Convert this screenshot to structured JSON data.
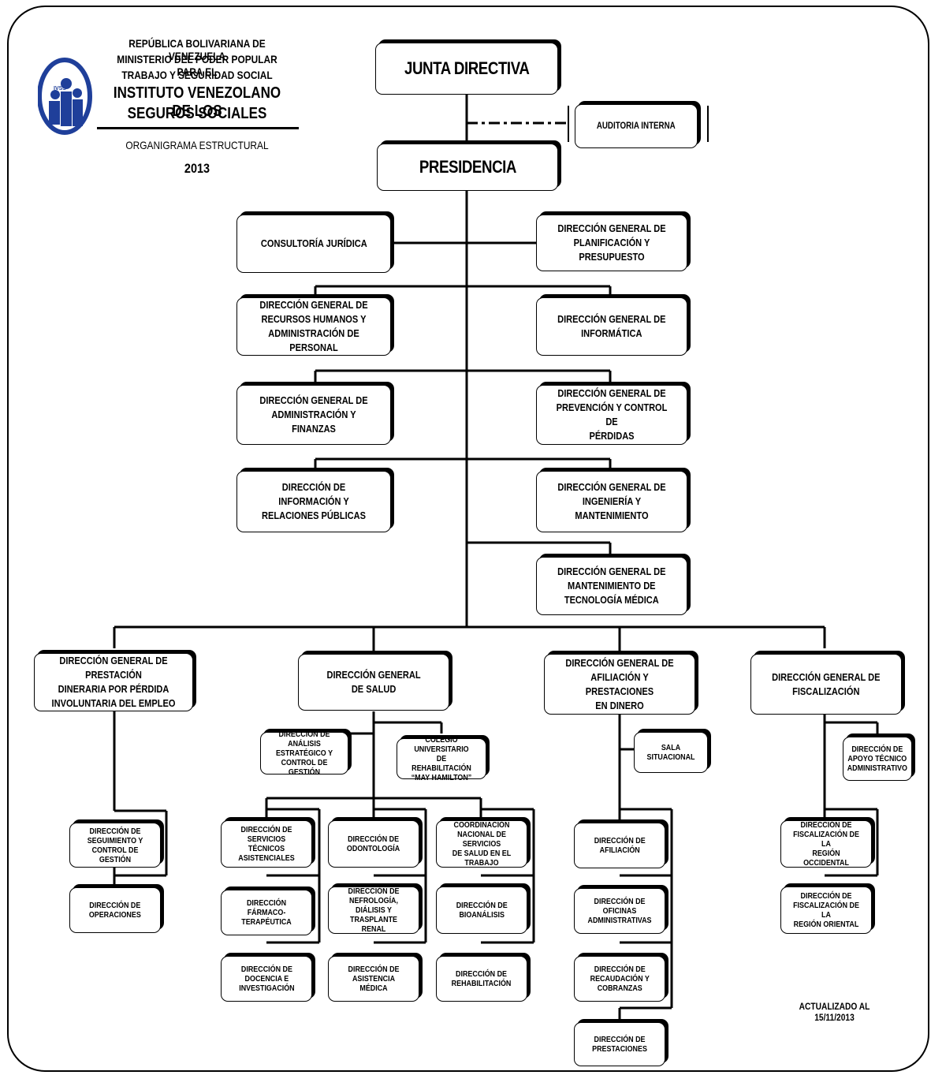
{
  "header": {
    "line1": "REPÚBLICA BOLIVARIANA DE VENEZUELA",
    "line2": "MINISTERIO DEL PODER POPULAR PARA EL",
    "line3": "TRABAJO Y SEGURIDAD SOCIAL",
    "line4": "INSTITUTO VENEZOLANO DE LOS",
    "line5": "SEGUROS SOCIALES",
    "subtitle": "ORGANIGRAMA ESTRUCTURAL",
    "year": "2013",
    "logo_text": "IVSS"
  },
  "boxes": {
    "junta": "JUNTA DIRECTIVA",
    "auditoria": "AUDITORIA INTERNA",
    "presidencia": "PRESIDENCIA",
    "consultoria": "CONSULTORÍA JURÍDICA",
    "planificacion": "DIRECCIÓN GENERAL DE\nPLANIFICACIÓN Y PRESUPUESTO",
    "rrhh": "DIRECCIÓN GENERAL DE\nRECURSOS HUMANOS Y\nADMINISTRACIÓN DE PERSONAL",
    "informatica": "DIRECCIÓN GENERAL DE\nINFORMÁTICA",
    "administracion": "DIRECCIÓN GENERAL DE\nADMINISTRACIÓN Y FINANZAS",
    "prevencion": "DIRECCIÓN GENERAL DE\nPREVENCIÓN Y CONTROL DE\nPÉRDIDAS",
    "informacion": "DIRECCIÓN DE INFORMACIÓN Y\nRELACIONES PÚBLICAS",
    "ingenieria": "DIRECCIÓN GENERAL DE\nINGENIERÍA Y MANTENIMIENTO",
    "tecnologia": "DIRECCIÓN GENERAL DE\nMANTENIMIENTO DE\nTECNOLOGÍA MÉDICA",
    "prestacion": "DIRECCIÓN GENERAL DE PRESTACIÓN\nDINERARIA POR PÉRDIDA\nINVOLUNTARIA DEL EMPLEO",
    "salud": "DIRECCIÓN GENERAL\nDE SALUD",
    "afiliacion_g": "DIRECCIÓN GENERAL DE\nAFILIACIÓN Y PRESTACIONES\nEN DINERO",
    "fiscalizacion": "DIRECCIÓN GENERAL DE\nFISCALIZACIÓN",
    "analisis": "DIRECCIÓN DE ANÁLISIS\nESTRATÉGICO Y\nCONTROL DE GESTIÓN",
    "colegio": "COLEGIO UNIVERSITARIO\nDE REHABILITACIÓN\n“MAY HAMILTON”",
    "sala": "SALA SITUACIONAL",
    "apoyo": "DIRECCIÓN DE\nAPOYO TÉCNICO\nADMINISTRATIVO",
    "seguimiento": "DIRECCIÓN DE\nSEGUIMIENTO Y\nCONTROL DE GESTIÓN",
    "operaciones": "DIRECCIÓN DE\nOPERACIONES",
    "servicios": "DIRECCIÓN DE\nSERVICIOS TÉCNICOS\nASISTENCIALES",
    "farmaco": "DIRECCIÓN\nFÁRMACO-TERAPÉUTICA",
    "docencia": "DIRECCIÓN DE\nDOCENCIA E\nINVESTIGACIÓN",
    "odontologia": "DIRECCIÓN DE\nODONTOLOGÍA",
    "nefrologia": "DIRECCIÓN DE\nNEFROLOGÍA, DIÁLISIS Y\nTRASPLANTE RENAL",
    "asistencia": "DIRECCIÓN DE\nASISTENCIA MÉDICA",
    "coordinacion": "COORDINACIÓN\nNACIONAL DE SERVICIOS\nDE SALUD EN EL\nTRABAJO",
    "bioanalisis": "DIRECCIÓN DE\nBIOANÁLISIS",
    "rehabilitacion": "DIRECCIÓN DE\nREHABILITACIÓN",
    "afiliacion": "DIRECCIÓN DE\nAFILIACIÓN",
    "oficinas": "DIRECCIÓN DE  OFICINAS\nADMINISTRATIVAS",
    "recaudacion": "DIRECCIÓN DE\nRECAUDACIÓN Y\nCOBRANZAS",
    "prestaciones": "DIRECCIÓN DE\nPRESTACIONES",
    "occidental": "DIRECCIÓN DE\nFISCALIZACIÓN DE LA\nREGIÓN OCCIDENTAL",
    "oriental": "DIRECCIÓN DE\nFISCALIZACIÓN DE LA\nREGIÓN ORIENTAL"
  },
  "footer": {
    "updated": "ACTUALIZADO AL 15/11/2013"
  }
}
